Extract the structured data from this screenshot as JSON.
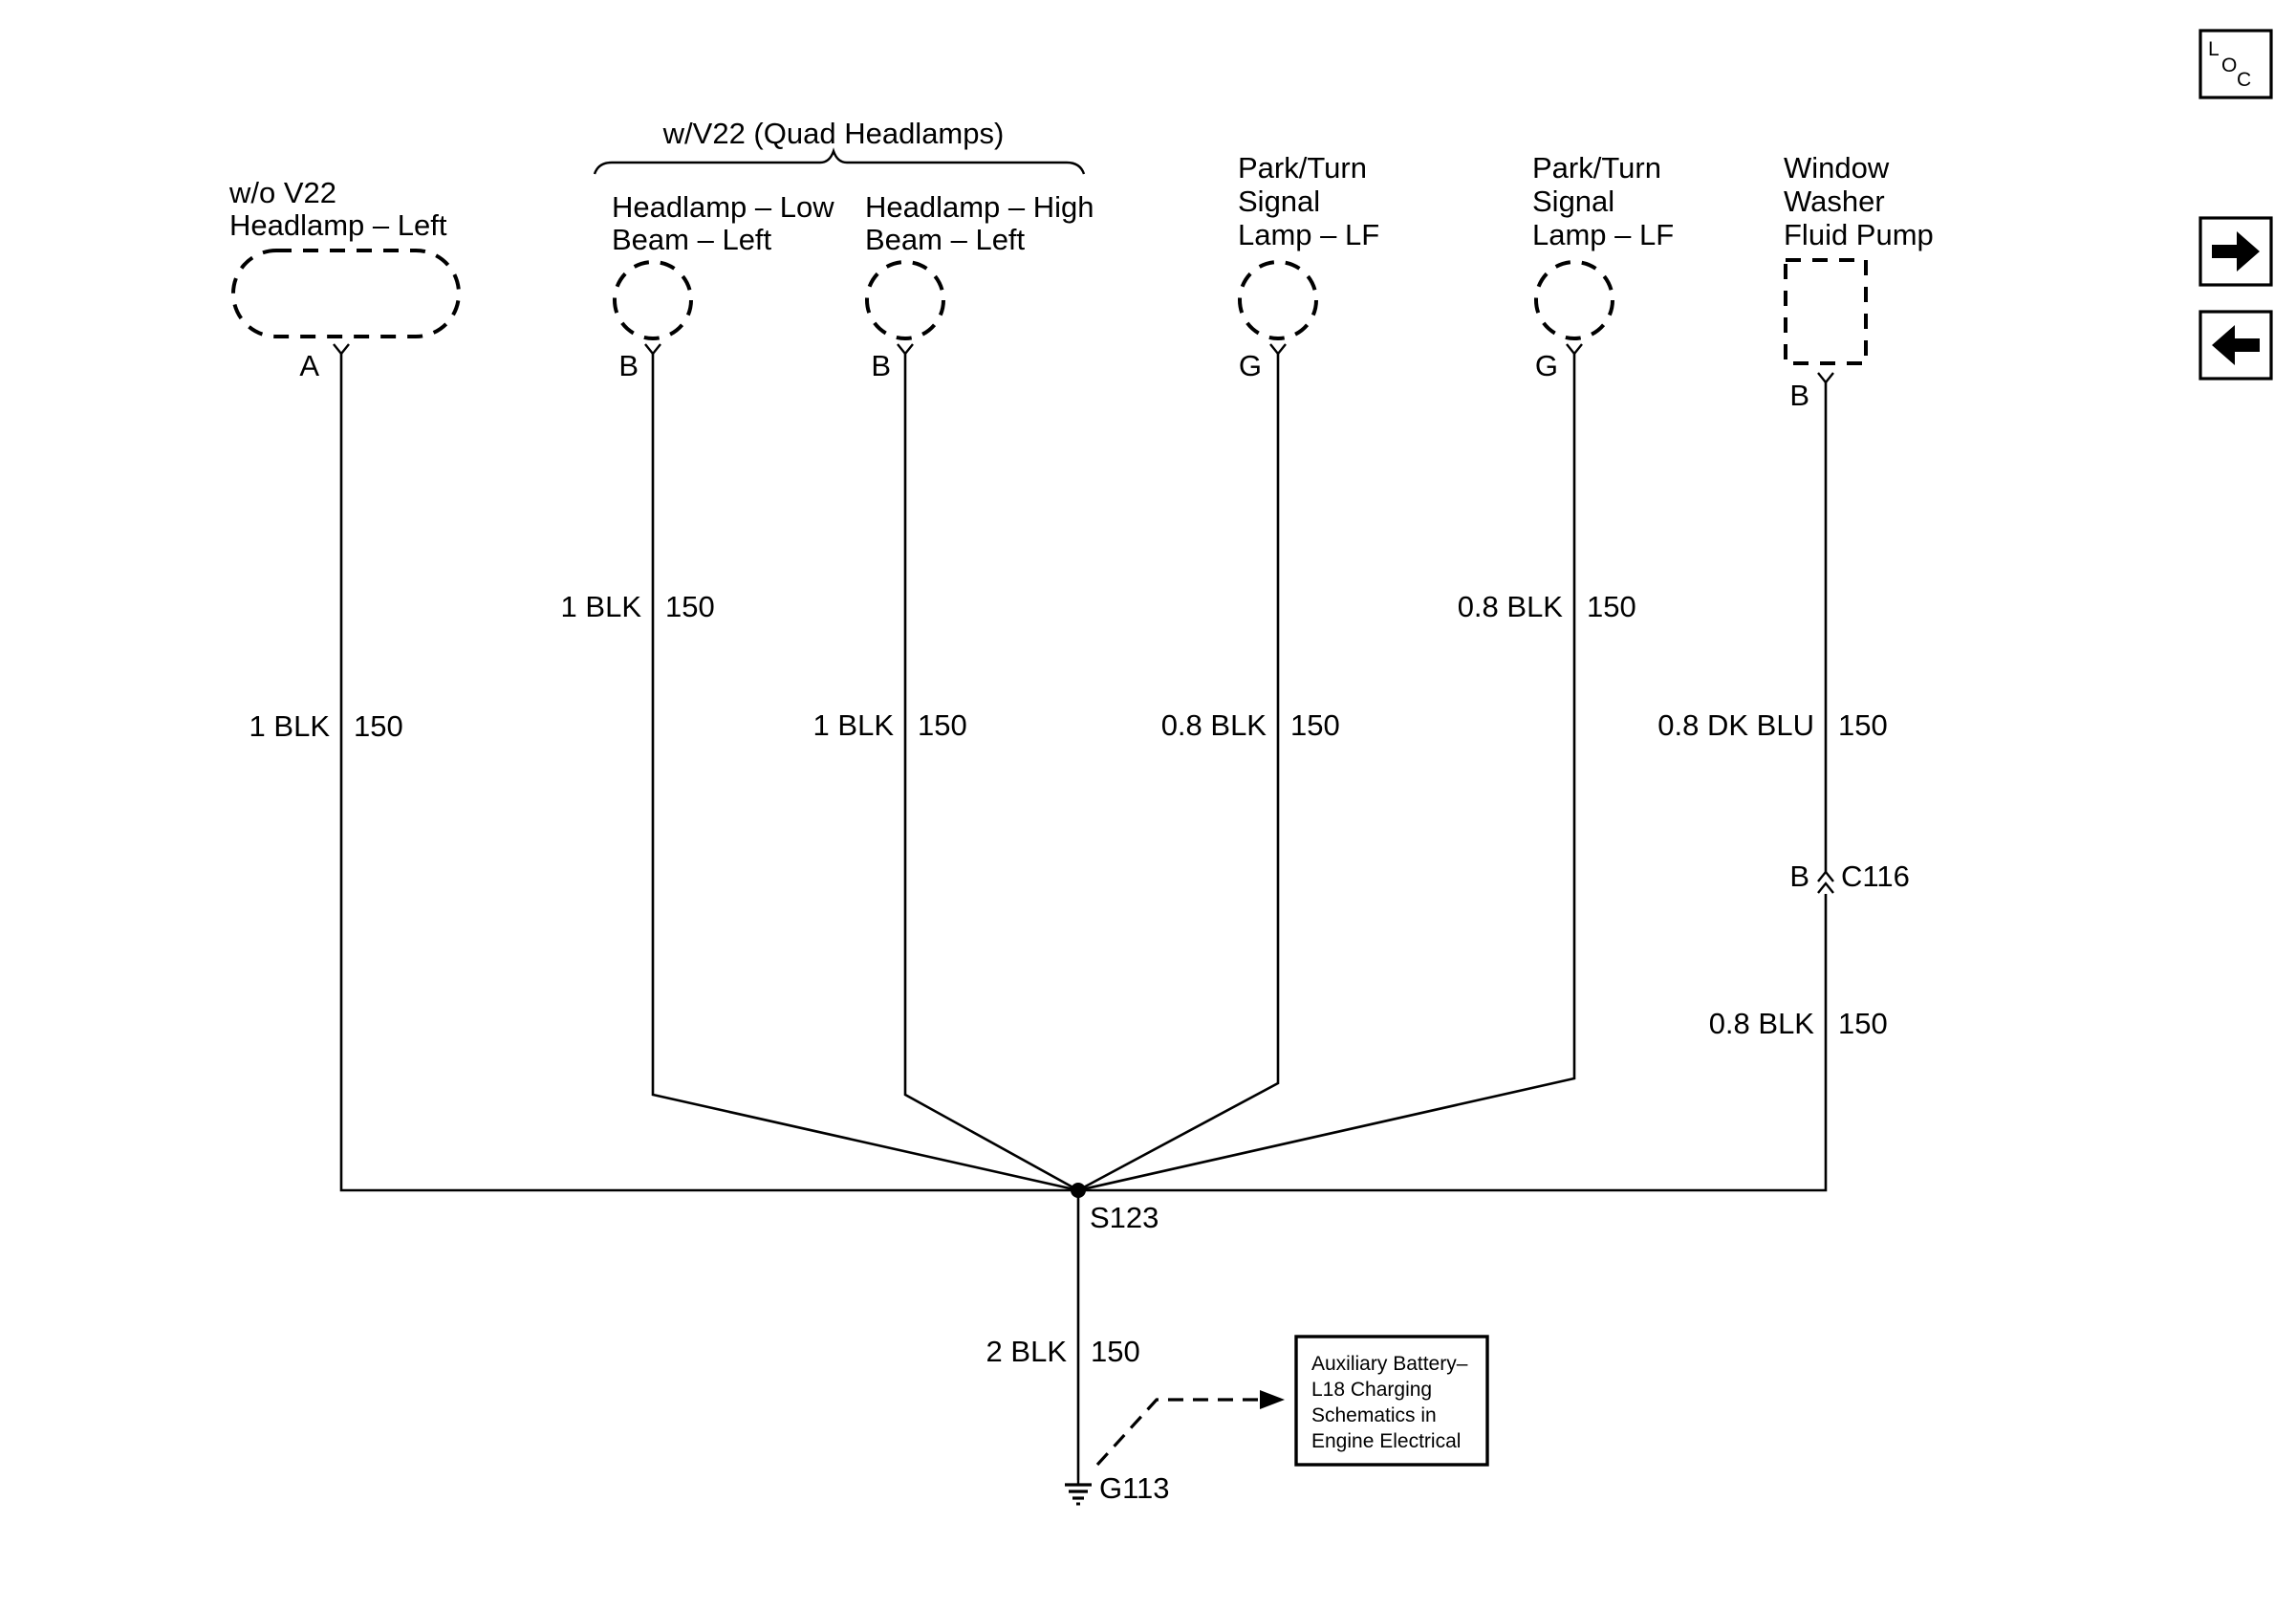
{
  "groups": {
    "quad_headlamps": "w/V22 (Quad Headlamps)"
  },
  "components": {
    "headlamp_left": {
      "line1": "w/o V22",
      "line2": "Headlamp – Left",
      "pin": "A"
    },
    "low_beam_left": {
      "line1": "Headlamp – Low",
      "line2": "Beam – Left",
      "pin": "B"
    },
    "high_beam_left": {
      "line1": "Headlamp – High",
      "line2": "Beam – Left",
      "pin": "B"
    },
    "park_turn_1": {
      "line1": "Park/Turn",
      "line2": "Signal",
      "line3": "Lamp – LF",
      "pin": "G"
    },
    "park_turn_2": {
      "line1": "Park/Turn",
      "line2": "Signal",
      "line3": "Lamp – LF",
      "pin": "G"
    },
    "washer_pump": {
      "line1": "Window",
      "line2": "Washer",
      "line3": "Fluid Pump",
      "pin": "B"
    }
  },
  "wires": {
    "w1": {
      "color": "1 BLK",
      "circuit": "150"
    },
    "w2": {
      "color": "1 BLK",
      "circuit": "150"
    },
    "w3": {
      "color": "1 BLK",
      "circuit": "150"
    },
    "w4": {
      "color": "0.8 BLK",
      "circuit": "150"
    },
    "w5": {
      "color": "0.8 BLK",
      "circuit": "150"
    },
    "w6": {
      "color": "0.8 DK BLU",
      "circuit": "150"
    },
    "w6b": {
      "color": "0.8 BLK",
      "circuit": "150"
    },
    "ground": {
      "color": "2 BLK",
      "circuit": "150"
    }
  },
  "connector": {
    "name": "C116",
    "pin": "B"
  },
  "splice": "S123",
  "ground_point": "G113",
  "reference_box": {
    "line1": "Auxiliary Battery–",
    "line2": "L18 Charging",
    "line3": "Schematics in",
    "line4": "Engine Electrical"
  },
  "nav": {
    "loc_top": "L",
    "loc_o": "O",
    "loc_c": "C",
    "next_icon": "arrow-right-icon",
    "prev_icon": "arrow-left-icon"
  }
}
